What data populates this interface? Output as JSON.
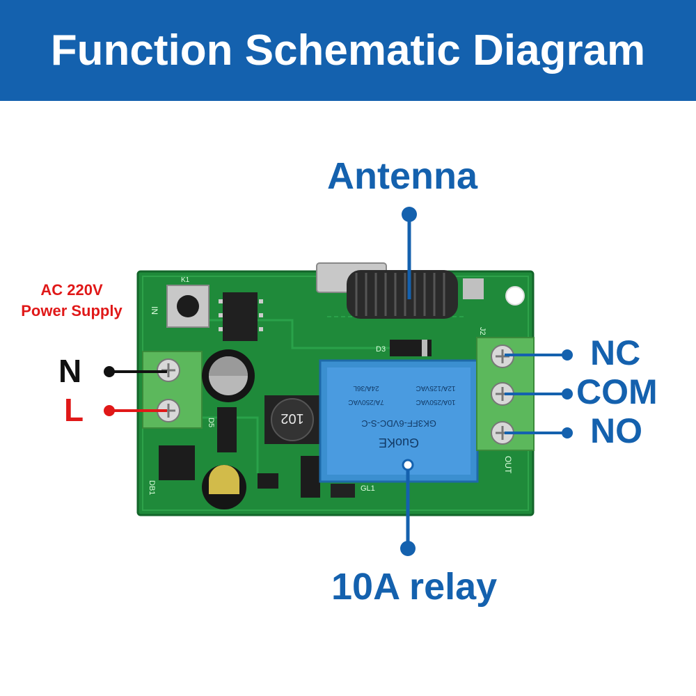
{
  "header": {
    "title": "Function Schematic Diagram"
  },
  "labels": {
    "antenna": "Antenna",
    "relay": "10A relay",
    "power_supply_line1": "AC 220V",
    "power_supply_line2": "Power Supply",
    "neutral": "N",
    "live": "L",
    "nc": "NC",
    "com": "COM",
    "no": "NO"
  },
  "board_markings": {
    "relay_brand": "GuoKE",
    "relay_model": "GK3FF-6VDC-S-C",
    "relay_rating_1": "10A/250VAC",
    "relay_rating_2": "12A/125VAC",
    "relay_rating_3": "7A/250VAC",
    "relay_rating_4": "24A/36L",
    "inductor_code": "102",
    "out_label": "OUT",
    "in_label": "IN",
    "gl1": "GL1",
    "d3": "D3",
    "j2": "J2",
    "d5": "D5",
    "db1": "DB1",
    "k1": "K1"
  },
  "colors": {
    "header_bg": "#1461ae",
    "label_blue": "#1461ae",
    "power_red": "#e01818",
    "pcb_green": "#1f8a3a",
    "relay_blue": "#3b8fd0",
    "terminal_green": "#5cb85c"
  }
}
